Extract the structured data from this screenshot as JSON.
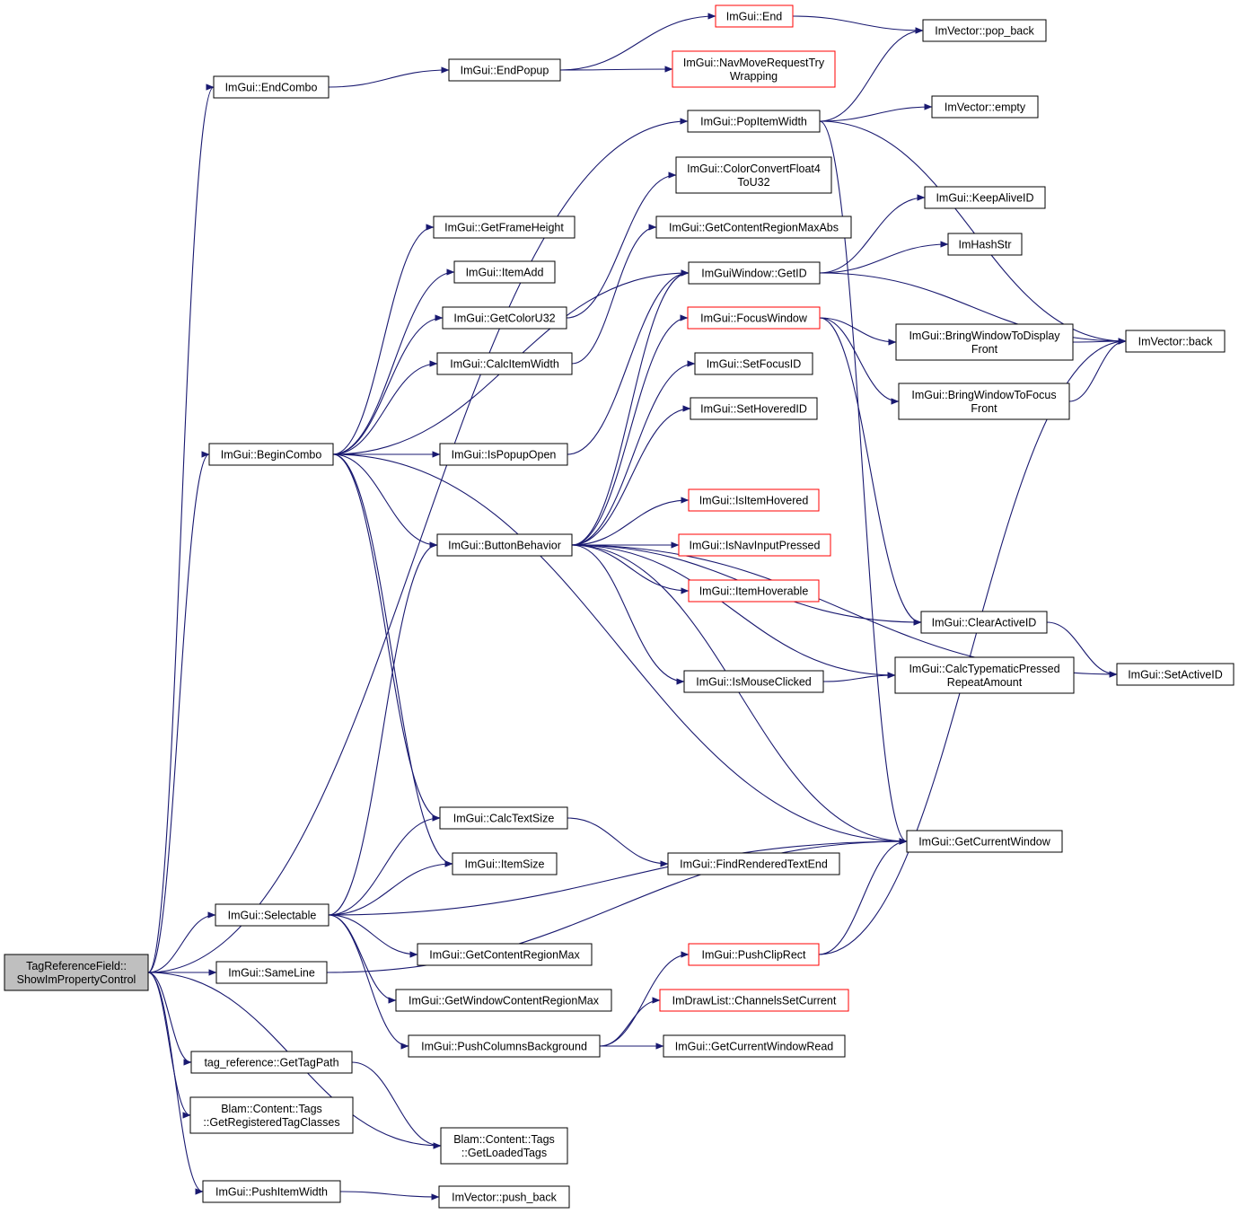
{
  "colors": {
    "edge": "#191970",
    "node_border": "#000000",
    "node_border_truncated": "#ff0000",
    "node_fill": "#ffffff",
    "root_fill": "#bfbfbf",
    "text": "#000000",
    "background": "#ffffff"
  },
  "nodes": [
    {
      "id": "root",
      "lines": [
        "TagReferenceField::",
        "ShowImPropertyControl"
      ],
      "root": true
    },
    {
      "id": "endcombo",
      "lines": [
        "ImGui::EndCombo"
      ]
    },
    {
      "id": "endpopup",
      "lines": [
        "ImGui::EndPopup"
      ]
    },
    {
      "id": "end",
      "lines": [
        "ImGui::End"
      ],
      "truncated": true
    },
    {
      "id": "popback",
      "lines": [
        "ImVector::pop_back"
      ]
    },
    {
      "id": "navmove",
      "lines": [
        "ImGui::NavMoveRequestTry",
        "Wrapping"
      ],
      "truncated": true
    },
    {
      "id": "popitemwidth",
      "lines": [
        "ImGui::PopItemWidth"
      ]
    },
    {
      "id": "empty",
      "lines": [
        "ImVector::empty"
      ]
    },
    {
      "id": "colorconvert",
      "lines": [
        "ImGui::ColorConvertFloat4",
        "ToU32"
      ]
    },
    {
      "id": "getframeheight",
      "lines": [
        "ImGui::GetFrameHeight"
      ]
    },
    {
      "id": "getcontentregionmaxabs",
      "lines": [
        "ImGui::GetContentRegionMaxAbs"
      ]
    },
    {
      "id": "keepaliveid",
      "lines": [
        "ImGui::KeepAliveID"
      ]
    },
    {
      "id": "itemadd",
      "lines": [
        "ImGui::ItemAdd"
      ]
    },
    {
      "id": "imhashstr",
      "lines": [
        "ImHashStr"
      ]
    },
    {
      "id": "getid",
      "lines": [
        "ImGuiWindow::GetID"
      ]
    },
    {
      "id": "getcoloru32",
      "lines": [
        "ImGui::GetColorU32"
      ]
    },
    {
      "id": "focuswindow",
      "lines": [
        "ImGui::FocusWindow"
      ],
      "truncated": true
    },
    {
      "id": "bringdisplay",
      "lines": [
        "ImGui::BringWindowToDisplay",
        "Front"
      ]
    },
    {
      "id": "back",
      "lines": [
        "ImVector::back"
      ]
    },
    {
      "id": "calcitemwidth",
      "lines": [
        "ImGui::CalcItemWidth"
      ]
    },
    {
      "id": "setfocusid",
      "lines": [
        "ImGui::SetFocusID"
      ]
    },
    {
      "id": "bringfocus",
      "lines": [
        "ImGui::BringWindowToFocus",
        "Front"
      ]
    },
    {
      "id": "setmovehovered",
      "lines": [
        "ImGui::SetHoveredID"
      ]
    },
    {
      "id": "begincombo",
      "lines": [
        "ImGui::BeginCombo"
      ]
    },
    {
      "id": "ispopupopen",
      "lines": [
        "ImGui::IsPopupOpen"
      ]
    },
    {
      "id": "isitemhovered",
      "lines": [
        "ImGui::IsItemHovered"
      ],
      "truncated": true
    },
    {
      "id": "buttonbehavior",
      "lines": [
        "ImGui::ButtonBehavior"
      ]
    },
    {
      "id": "isnavinputpressed",
      "lines": [
        "ImGui::IsNavInputPressed"
      ],
      "truncated": true
    },
    {
      "id": "itemhoverable",
      "lines": [
        "ImGui::ItemHoverable"
      ],
      "truncated": true
    },
    {
      "id": "clearactiveid",
      "lines": [
        "ImGui::ClearActiveID"
      ]
    },
    {
      "id": "setactiveid",
      "lines": [
        "ImGui::SetActiveID"
      ]
    },
    {
      "id": "calctypematic",
      "lines": [
        "ImGui::CalcTypematicPressed",
        "RepeatAmount"
      ]
    },
    {
      "id": "ismouseclicked",
      "lines": [
        "ImGui::IsMouseClicked"
      ]
    },
    {
      "id": "calctextsize",
      "lines": [
        "ImGui::CalcTextSize"
      ]
    },
    {
      "id": "getcurrentwindow",
      "lines": [
        "ImGui::GetCurrentWindow"
      ]
    },
    {
      "id": "itemsize",
      "lines": [
        "ImGui::ItemSize"
      ]
    },
    {
      "id": "findrendered",
      "lines": [
        "ImGui::FindRenderedTextEnd"
      ]
    },
    {
      "id": "selectable",
      "lines": [
        "ImGui::Selectable"
      ]
    },
    {
      "id": "getcontentregionmax",
      "lines": [
        "ImGui::GetContentRegionMax"
      ]
    },
    {
      "id": "pushcliprect",
      "lines": [
        "ImGui::PushClipRect"
      ],
      "truncated": true
    },
    {
      "id": "sameline",
      "lines": [
        "ImGui::SameLine"
      ]
    },
    {
      "id": "getwindowcontentregionmax",
      "lines": [
        "ImGui::GetWindowContentRegionMax"
      ]
    },
    {
      "id": "channelssetcurrent",
      "lines": [
        "ImDrawList::ChannelsSetCurrent"
      ],
      "truncated": true
    },
    {
      "id": "pushcolumnsbg",
      "lines": [
        "ImGui::PushColumnsBackground"
      ]
    },
    {
      "id": "getcurrentwindowread",
      "lines": [
        "ImGui::GetCurrentWindowRead"
      ]
    },
    {
      "id": "gettagpath",
      "lines": [
        "tag_reference::GetTagPath"
      ]
    },
    {
      "id": "getregistered",
      "lines": [
        "Blam::Content::Tags",
        "::GetRegisteredTagClasses"
      ]
    },
    {
      "id": "getloaded",
      "lines": [
        "Blam::Content::Tags",
        "::GetLoadedTags"
      ]
    },
    {
      "id": "pushitemwidth",
      "lines": [
        "ImGui::PushItemWidth"
      ]
    },
    {
      "id": "pushback",
      "lines": [
        "ImVector::push_back"
      ]
    }
  ],
  "edges": [
    [
      "root",
      "endcombo"
    ],
    [
      "root",
      "popitemwidth"
    ],
    [
      "root",
      "begincombo"
    ],
    [
      "root",
      "selectable"
    ],
    [
      "root",
      "sameline"
    ],
    [
      "root",
      "gettagpath"
    ],
    [
      "root",
      "getregistered"
    ],
    [
      "root",
      "getloaded"
    ],
    [
      "root",
      "pushitemwidth"
    ],
    [
      "endcombo",
      "endpopup"
    ],
    [
      "endpopup",
      "end"
    ],
    [
      "endpopup",
      "navmove"
    ],
    [
      "end",
      "popback"
    ],
    [
      "popitemwidth",
      "popback"
    ],
    [
      "popitemwidth",
      "empty"
    ],
    [
      "popitemwidth",
      "back"
    ],
    [
      "popitemwidth",
      "getcurrentwindow"
    ],
    [
      "begincombo",
      "getframeheight"
    ],
    [
      "begincombo",
      "itemadd"
    ],
    [
      "begincombo",
      "getcoloru32"
    ],
    [
      "begincombo",
      "calcitemwidth"
    ],
    [
      "begincombo",
      "getid"
    ],
    [
      "begincombo",
      "ispopupopen"
    ],
    [
      "begincombo",
      "buttonbehavior"
    ],
    [
      "begincombo",
      "calctextsize"
    ],
    [
      "begincombo",
      "itemsize"
    ],
    [
      "begincombo",
      "getcurrentwindow"
    ],
    [
      "getcoloru32",
      "colorconvert"
    ],
    [
      "calcitemwidth",
      "getcontentregionmaxabs"
    ],
    [
      "ispopupopen",
      "getid"
    ],
    [
      "getid",
      "keepaliveid"
    ],
    [
      "getid",
      "imhashstr"
    ],
    [
      "getid",
      "back"
    ],
    [
      "focuswindow",
      "bringdisplay"
    ],
    [
      "focuswindow",
      "bringfocus"
    ],
    [
      "focuswindow",
      "clearactiveid"
    ],
    [
      "bringdisplay",
      "back"
    ],
    [
      "bringfocus",
      "back"
    ],
    [
      "buttonbehavior",
      "getid"
    ],
    [
      "buttonbehavior",
      "focuswindow"
    ],
    [
      "buttonbehavior",
      "setfocusid"
    ],
    [
      "buttonbehavior",
      "setmovehovered"
    ],
    [
      "buttonbehavior",
      "isitemhovered"
    ],
    [
      "buttonbehavior",
      "isnavinputpressed"
    ],
    [
      "buttonbehavior",
      "itemhoverable"
    ],
    [
      "buttonbehavior",
      "clearactiveid"
    ],
    [
      "buttonbehavior",
      "ismouseclicked"
    ],
    [
      "buttonbehavior",
      "setactiveid"
    ],
    [
      "buttonbehavior",
      "calctypematic"
    ],
    [
      "buttonbehavior",
      "getcurrentwindow"
    ],
    [
      "clearactiveid",
      "setactiveid"
    ],
    [
      "ismouseclicked",
      "calctypematic"
    ],
    [
      "calctextsize",
      "findrendered"
    ],
    [
      "selectable",
      "buttonbehavior"
    ],
    [
      "selectable",
      "calctextsize"
    ],
    [
      "selectable",
      "itemsize"
    ],
    [
      "selectable",
      "getcurrentwindow"
    ],
    [
      "selectable",
      "getcontentregionmax"
    ],
    [
      "selectable",
      "getwindowcontentregionmax"
    ],
    [
      "selectable",
      "pushcolumnsbg"
    ],
    [
      "pushcolumnsbg",
      "pushcliprect"
    ],
    [
      "pushcolumnsbg",
      "channelssetcurrent"
    ],
    [
      "pushcolumnsbg",
      "getcurrentwindowread"
    ],
    [
      "pushcliprect",
      "getcurrentwindow"
    ],
    [
      "pushcliprect",
      "back"
    ],
    [
      "sameline",
      "getcurrentwindow"
    ],
    [
      "gettagpath",
      "getloaded"
    ],
    [
      "pushitemwidth",
      "pushback"
    ]
  ]
}
